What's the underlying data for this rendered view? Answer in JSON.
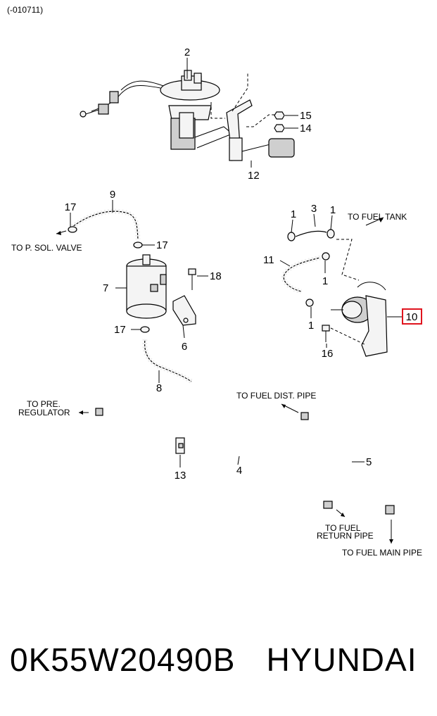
{
  "header": {
    "code": "(-010711)"
  },
  "callouts": {
    "p1a": "1",
    "p1b": "1",
    "p1c": "1",
    "p1d": "1",
    "p2": "2",
    "p3": "3",
    "p4": "4",
    "p5": "5",
    "p6": "6",
    "p7": "7",
    "p8": "8",
    "p9": "9",
    "p10": "10",
    "p11": "11",
    "p12": "12",
    "p13": "13",
    "p14": "14",
    "p15": "15",
    "p16": "16",
    "p17a": "17",
    "p17b": "17",
    "p17c": "17",
    "p18": "18"
  },
  "notes": {
    "to_fuel_tank": "TO FUEL TANK",
    "to_p_sol_valve": "TO P. SOL. VALVE",
    "to_pre_1": "TO PRE.",
    "to_pre_2": "REGULATOR",
    "to_fuel_dist_pipe": "TO FUEL DIST. PIPE",
    "to_fuel_return_1": "TO FUEL",
    "to_fuel_return_2": "RETURN PIPE",
    "to_fuel_main_pipe": "TO FUEL MAIN PIPE"
  },
  "footer": {
    "part_number": "0K55W20490B",
    "brand": "HYUNDAI"
  },
  "colors": {
    "highlight": "#e0141e"
  }
}
